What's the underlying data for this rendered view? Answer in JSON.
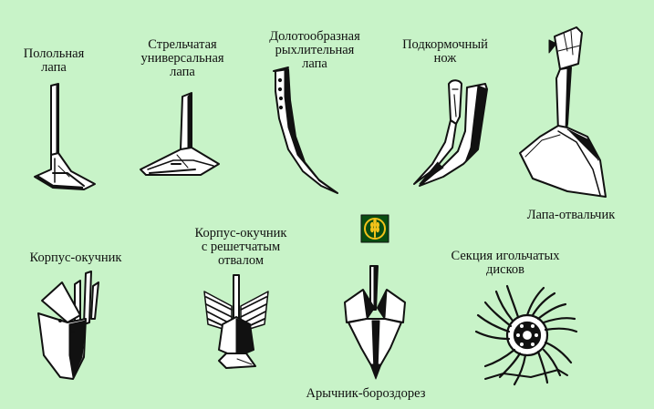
{
  "figure": {
    "logo_icon": "wheat-emblem-icon",
    "accent_color": "#c8f3c8",
    "tools": [
      {
        "id": "weeding",
        "label_lines": [
          "Полольная",
          "лапа"
        ]
      },
      {
        "id": "arrow-universal",
        "label_lines": [
          "Стрельчатая",
          "универсальная",
          "лапа"
        ]
      },
      {
        "id": "chisel",
        "label_lines": [
          "Долотообразная",
          "рыхлительная",
          "лапа"
        ]
      },
      {
        "id": "feeding-knife",
        "label_lines": [
          "Подкормочный",
          "нож"
        ]
      },
      {
        "id": "hiller-paw",
        "label_lines": [
          "Лапа-отвальчик"
        ]
      },
      {
        "id": "hiller-body",
        "label_lines": [
          "Корпус-окучник"
        ]
      },
      {
        "id": "hiller-grid",
        "label_lines": [
          "Корпус-окучник",
          "с решетчатым",
          "отвалом"
        ]
      },
      {
        "id": "furrower",
        "label_lines": [
          "Арычник-бороздорез"
        ]
      },
      {
        "id": "needle-disks",
        "label_lines": [
          "Секция игольчатых",
          "дисков"
        ]
      }
    ]
  }
}
